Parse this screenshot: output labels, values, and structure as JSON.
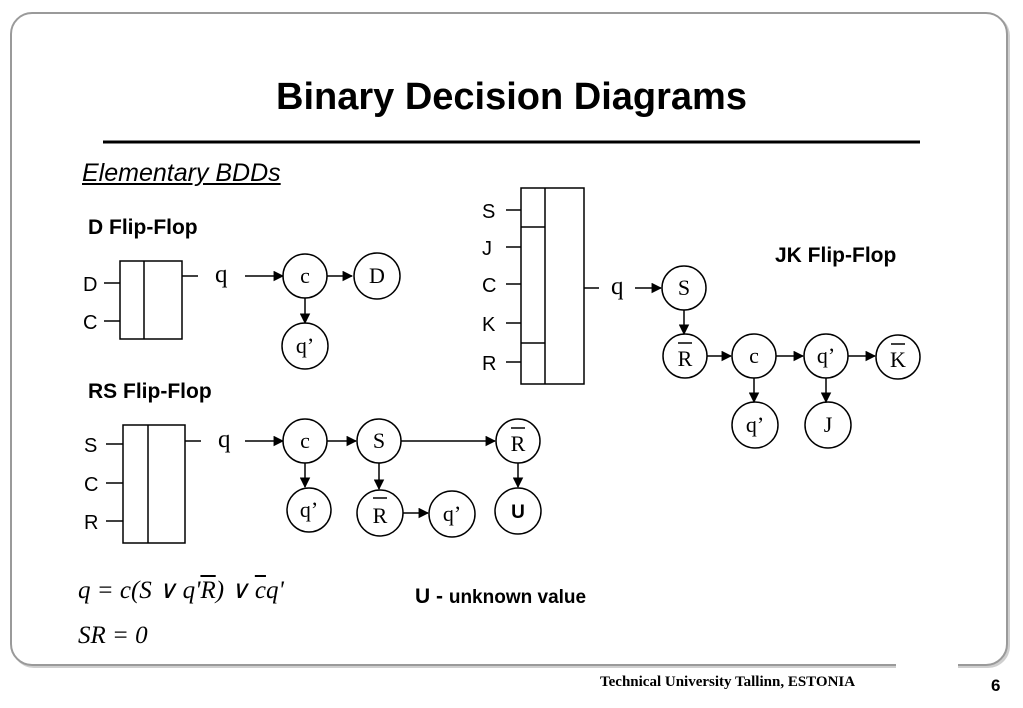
{
  "slide": {
    "title": "Binary Decision Diagrams",
    "subtitle": "Elementary BDDs",
    "footer": "Technical University Tallinn, ESTONIA",
    "page_number": "6"
  },
  "d_flipflop": {
    "heading": "D Flip-Flop",
    "inputs": [
      "D",
      "C"
    ],
    "output": "q",
    "nodes": {
      "c": "c",
      "d": "D",
      "qprev": "q’"
    }
  },
  "rs_flipflop": {
    "heading": "RS Flip-Flop",
    "inputs": [
      "S",
      "C",
      "R"
    ],
    "output": "q",
    "nodes": {
      "c": "c",
      "s": "S",
      "rbar_top": "R",
      "qprev1": "q’",
      "rbar_bottom": "R",
      "qprev2": "q’",
      "u": "U"
    }
  },
  "jk_flipflop": {
    "heading": "JK Flip-Flop",
    "inputs": [
      "S",
      "J",
      "C",
      "K",
      "R"
    ],
    "output": "q",
    "nodes": {
      "s": "S",
      "rbar": "R",
      "c": "c",
      "qprev1": "q’",
      "kbar": "K",
      "qprev2": "q’",
      "j": "J"
    }
  },
  "legend": {
    "symbol": "U -",
    "text": "unknown value"
  },
  "formulas": {
    "line1": {
      "lhs": "q = c(S ∨ q'",
      "rbar": "R",
      "middle": ") ∨ ",
      "cbar": "c",
      "rhs": "q'"
    },
    "line2": "SR = 0"
  }
}
